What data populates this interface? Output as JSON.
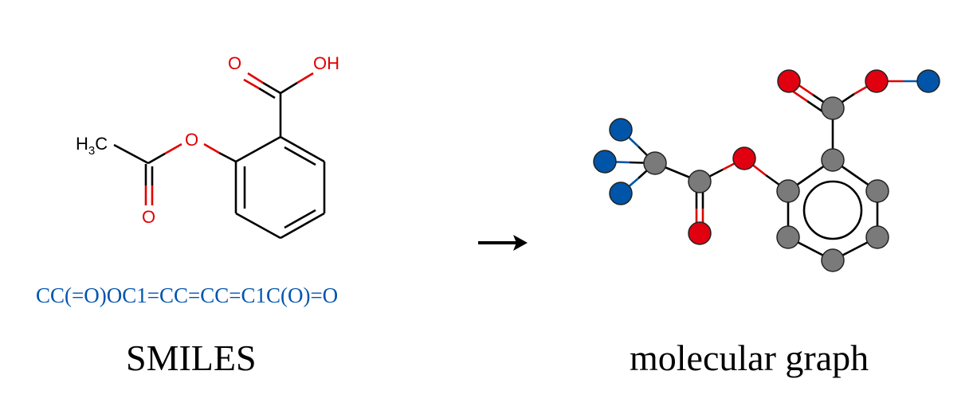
{
  "colors": {
    "bond": "#000000",
    "oxygen": "#e00000",
    "smiles_text": "#0055b0",
    "node_carbon": "#7a7a7a",
    "node_oxygen": "#e10010",
    "node_hydrogen": "#0055a8",
    "node_stroke": "#222222",
    "arrow": "#000000"
  },
  "structure": {
    "methyl_label": {
      "main": "H",
      "sub": "3",
      "tail": "C"
    },
    "ester_o_label": "O",
    "carbonyl_o_label": "O",
    "acid_o_label": "O",
    "acid_oh_label": "OH"
  },
  "smiles": {
    "string": "CC(=O)OC1=CC=CC=C1C(O)=O",
    "caption": "SMILES"
  },
  "arrow": {
    "icon": "right-arrow-icon"
  },
  "graph": {
    "caption": "molecular graph",
    "node_types": [
      "carbon",
      "oxygen",
      "hydrogen"
    ]
  }
}
